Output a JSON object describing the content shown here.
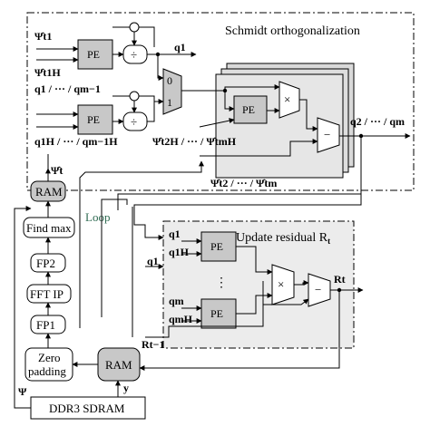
{
  "regions": {
    "schmidt_title": "Schmidt orthogonalization",
    "update_title": "Update residual R",
    "update_title_sub": "t"
  },
  "blocks": {
    "pe": "PE",
    "divide": "÷",
    "mux_0": "0",
    "mux_1": "1",
    "multiply": "×",
    "subtract": "−",
    "ram": "RAM",
    "find_max": "Find max",
    "fp2": "FP2",
    "fft_ip": "FFT IP",
    "fp1": "FP1",
    "zero_padding_line1": "Zero",
    "zero_padding_line2": "padding",
    "ddr3": "DDR3 SDRAM",
    "loop": "Loop",
    "ellipsis": "⋮"
  },
  "signals": {
    "psi_t1": "Ψ̂t1",
    "psi_t1_h": "Ψ̂t1H",
    "q_hist_top": "q1 / ··· / qm−1",
    "q_hist_bottom": "q1H / ··· / qm−1H",
    "q1_out": "q1",
    "q_out": "q2 / ··· / qm",
    "psi_t2m_h": "Ψ̂t2H / ··· / Ψ̂tmH",
    "psi_t2m": "Ψ̂t2 / ··· / Ψ̂tm",
    "psi_t": "Ψ̂t",
    "rt_out": "Rt",
    "rt_prev": "Rt−1",
    "psi": "Ψ",
    "y": "y",
    "upd_q1": "q1",
    "upd_q1h": "q1H",
    "upd_q1_in": "q1",
    "upd_qm": "qm",
    "upd_qmh": "qmH"
  }
}
